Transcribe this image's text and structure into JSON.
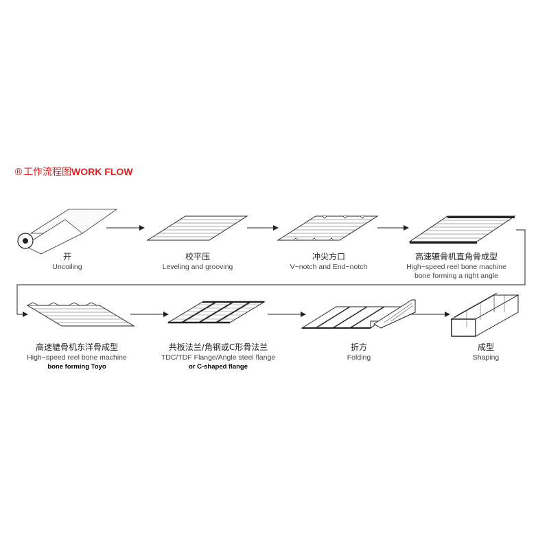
{
  "title": {
    "mark": "®",
    "zh": "工作流程图",
    "en": "WORK FLOW"
  },
  "steps": [
    {
      "zh": "开",
      "en": "Uncoiling",
      "en2": "",
      "en_bold": ""
    },
    {
      "zh": "校平压",
      "en": "Leveling and grooving",
      "en2": "",
      "en_bold": ""
    },
    {
      "zh": "冲尖方口",
      "en": "V−notch and End−notch",
      "en2": "",
      "en_bold": ""
    },
    {
      "zh": "高速辘骨机直角骨成型",
      "en": "High−speed reel bone machine",
      "en2": "bone forming a right angle",
      "en_bold": ""
    },
    {
      "zh": "高速辘骨机东洋骨成型",
      "en": "High−speed reel bone machine",
      "en2": "",
      "en_bold": "bone forming Toyo"
    },
    {
      "zh": "共板法兰/角钢或C形骨法兰",
      "en": "TDC/TDF Flange/Angle steel flange",
      "en2": "",
      "en_bold": "or C-shaped flange"
    },
    {
      "zh": "折方",
      "en": "Folding",
      "en2": "",
      "en_bold": ""
    },
    {
      "zh": "成型",
      "en": "Shaping",
      "en2": "",
      "en_bold": ""
    }
  ],
  "colors": {
    "title": "#e02020",
    "line": "#222222",
    "plate": "#ffffff",
    "hatch": "#d8d8d8"
  }
}
